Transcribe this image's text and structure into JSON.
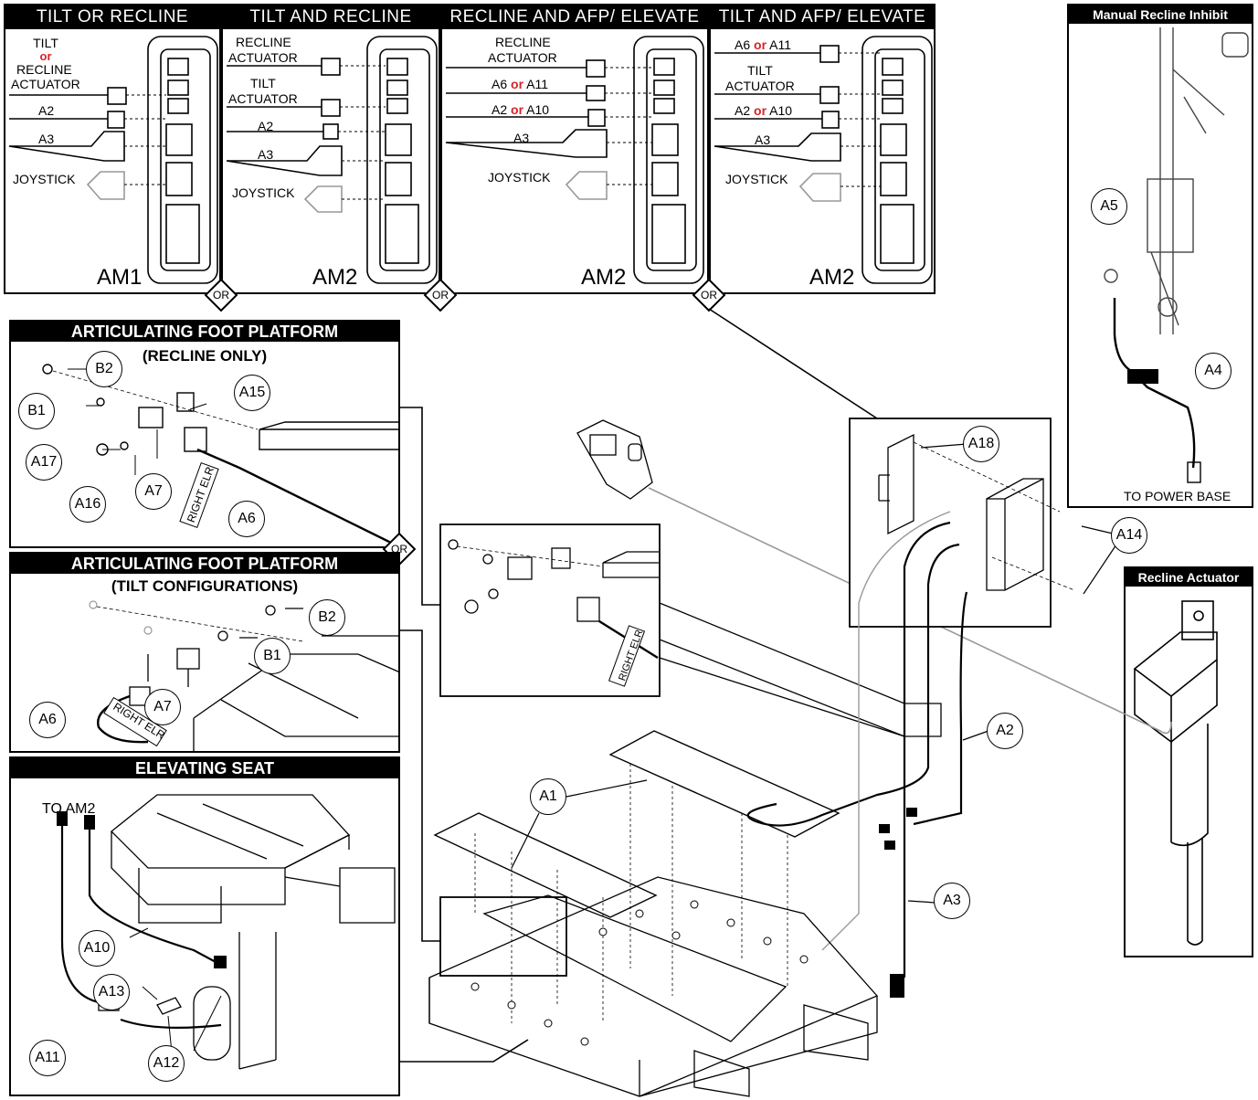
{
  "panels": {
    "p1": {
      "title": "TILT OR RECLINE",
      "top": "TILT",
      "or": "or",
      "bottom": "RECLINE",
      "actuator": "ACTUATOR",
      "a2": "A2",
      "a3": "A3",
      "joystick": "JOYSTICK",
      "module": "AM1"
    },
    "p2": {
      "title": "TILT AND RECLINE",
      "recline": "RECLINE",
      "recline_act": "ACTUATOR",
      "tilt": "TILT",
      "tilt_act": "ACTUATOR",
      "a2": "A2",
      "a3": "A3",
      "joystick": "JOYSTICK",
      "module": "AM2"
    },
    "p3": {
      "title": "RECLINE AND AFP/ ELEVATE",
      "recline": "RECLINE",
      "recline_act": "ACTUATOR",
      "line1_a": "A6",
      "or": "or",
      "line1_b": "A11",
      "line2_a": "A2",
      "line2_b": "A10",
      "a3": "A3",
      "joystick": "JOYSTICK",
      "module": "AM2"
    },
    "p4": {
      "title": "TILT AND AFP/ ELEVATE",
      "line1_a": "A6",
      "or": "or",
      "line1_b": "A11",
      "tilt": "TILT",
      "tilt_act": "ACTUATOR",
      "line2_a": "A2",
      "line2_b": "A10",
      "a3": "A3",
      "joystick": "JOYSTICK",
      "module": "AM2"
    }
  },
  "or_label": "OR",
  "manual_recline": {
    "title": "Manual Recline Inhibit",
    "a5": "A5",
    "a4": "A4",
    "to_base": "TO POWER BASE"
  },
  "recline_actuator": {
    "title": "Recline Actuator"
  },
  "afp_recline": {
    "title": "ARTICULATING FOOT PLATFORM",
    "subtitle": "(RECLINE ONLY)",
    "b2": "B2",
    "b1": "B1",
    "a15": "A15",
    "a17": "A17",
    "a16": "A16",
    "a7": "A7",
    "a6": "A6",
    "tag": "RIGHT ELR"
  },
  "afp_tilt": {
    "title": "ARTICULATING FOOT PLATFORM",
    "subtitle": "(TILT CONFIGURATIONS)",
    "b2": "B2",
    "b1": "B1",
    "a7": "A7",
    "a6": "A6",
    "tag": "RIGHT ELR"
  },
  "elevating": {
    "title": "ELEVATING SEAT",
    "to_am2": "TO AM2",
    "a10": "A10",
    "a13": "A13",
    "a11": "A11",
    "a12": "A12"
  },
  "main": {
    "a1": "A1",
    "a2": "A2",
    "a3": "A3",
    "a14": "A14",
    "a18": "A18",
    "tag": "RIGHT ELR"
  }
}
